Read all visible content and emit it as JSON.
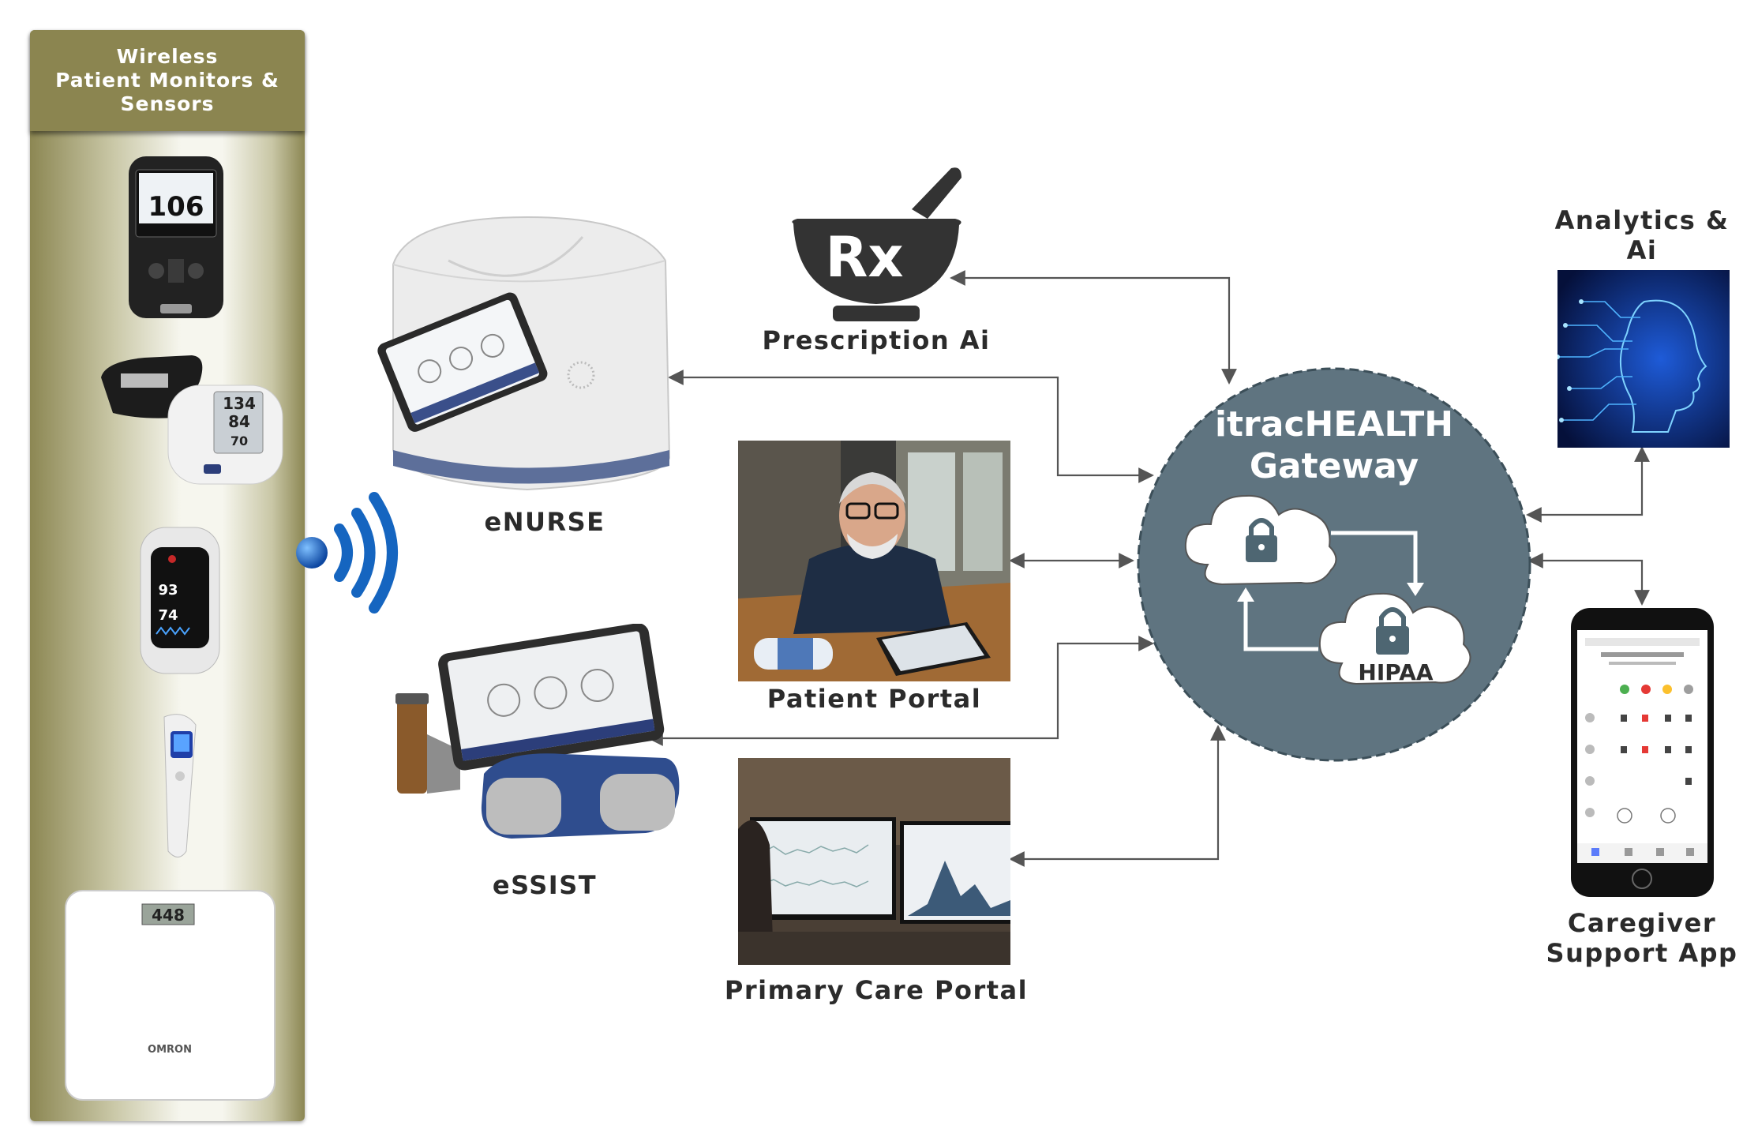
{
  "sensors": {
    "header_line1": "Wireless",
    "header_line2": "Patient Monitors &",
    "header_line3": "Sensors",
    "glucose_reading": "106",
    "bp_systolic": "134",
    "bp_diastolic": "84",
    "bp_pulse": "70",
    "oximeter_spo2": "93",
    "oximeter_pulse": "74",
    "scale_reading": "448",
    "scale_brand": "OMRON"
  },
  "nodes": {
    "enurse": "eNURSE",
    "essist": "eSSIST",
    "prescription": "Prescription Ai",
    "rx_symbol": "Rx",
    "patient_portal": "Patient  Portal",
    "primary_care": "Primary Care Portal",
    "gateway_line1": "itracHEALTH",
    "gateway_line2": "Gateway",
    "hipaa": "HIPAA",
    "analytics_line1": "Analytics &",
    "analytics_line2": "Ai",
    "caregiver_line1": "Caregiver",
    "caregiver_line2": "Support App"
  },
  "colors": {
    "panel_olive": "#8b8550",
    "gateway": "#5f7480",
    "wifi_blue": "#1565c0",
    "arrow": "#555555",
    "dark_icon": "#333333"
  }
}
